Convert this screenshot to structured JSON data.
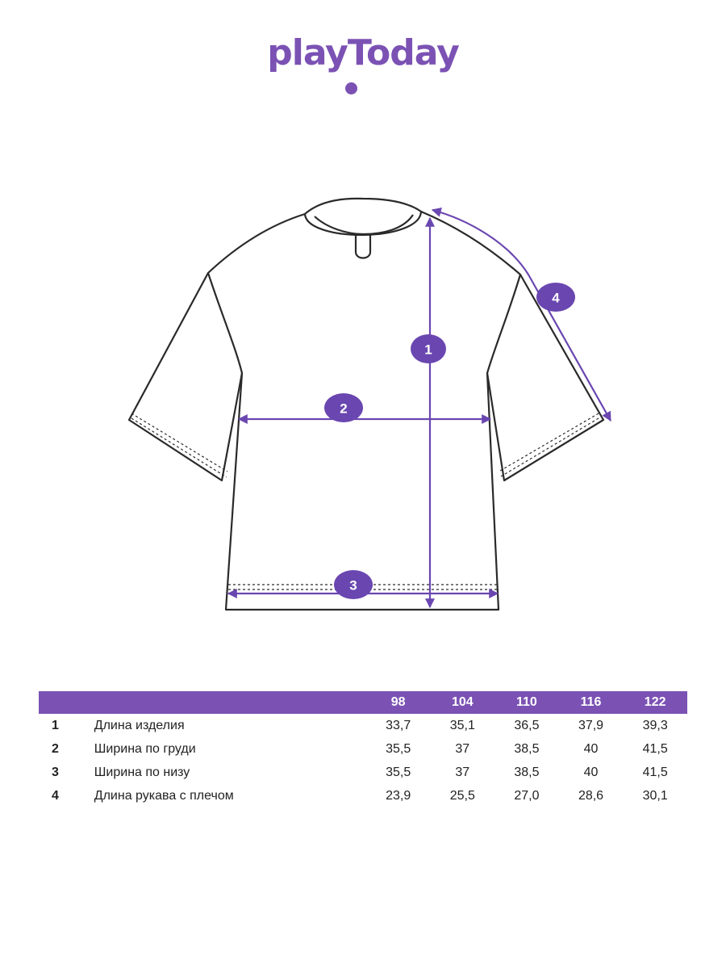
{
  "brand": {
    "name": "playToday",
    "color": "#7b52b4"
  },
  "diagram": {
    "line_color": "#2a2a2a",
    "arrow_color": "#6a46b0",
    "markers": [
      "1",
      "2",
      "3",
      "4"
    ]
  },
  "table": {
    "header_color": "#7b52b4",
    "sizes": [
      "98",
      "104",
      "110",
      "116",
      "122"
    ],
    "rows": [
      {
        "num": "1",
        "label": "Длина изделия",
        "values": [
          "33,7",
          "35,1",
          "36,5",
          "37,9",
          "39,3"
        ]
      },
      {
        "num": "2",
        "label": "Ширина по груди",
        "values": [
          "35,5",
          "37",
          "38,5",
          "40",
          "41,5"
        ]
      },
      {
        "num": "3",
        "label": "Ширина по низу",
        "values": [
          "35,5",
          "37",
          "38,5",
          "40",
          "41,5"
        ]
      },
      {
        "num": "4",
        "label": "Длина рукава с плечом",
        "values": [
          "23,9",
          "25,5",
          "27,0",
          "28,6",
          "30,1"
        ]
      }
    ]
  }
}
